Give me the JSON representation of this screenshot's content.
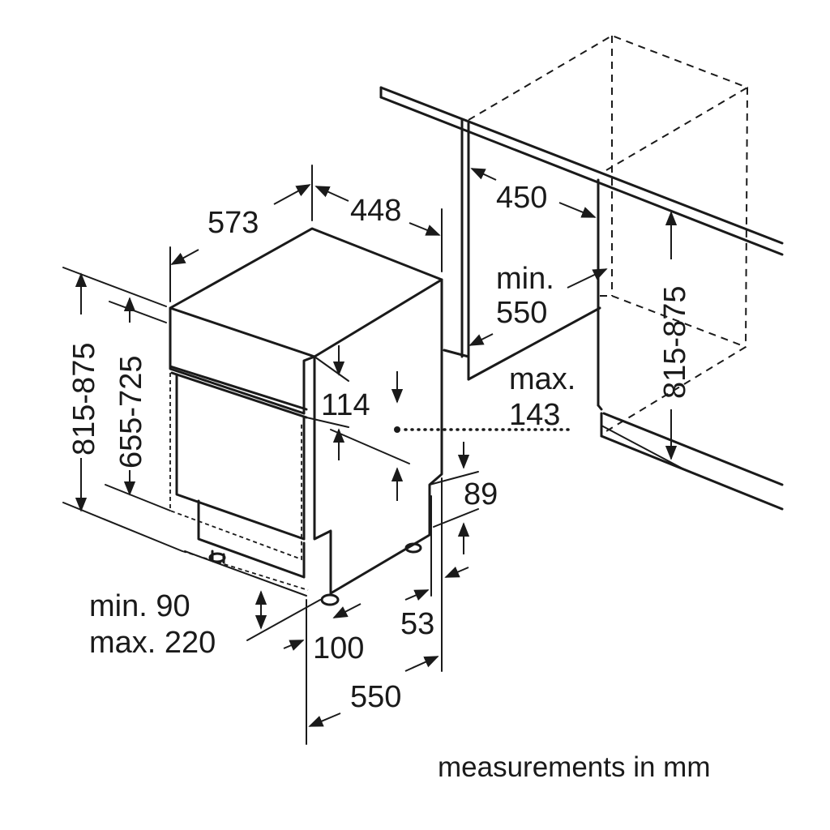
{
  "dimensions": {
    "depth_573": "573",
    "width_448": "448",
    "niche_depth_450": "450",
    "niche_min_line1": "min.",
    "niche_min_line2": "550",
    "niche_height": "815-875",
    "max_line1": "max.",
    "max_line2": "143",
    "panel_114": "114",
    "plinth_89": "89",
    "foot_53": "53",
    "overall_height": "815-875",
    "door_height": "655-725",
    "plinth_min": "min. 90",
    "plinth_max": "max. 220",
    "foot_100": "100",
    "depth_550": "550"
  },
  "caption": "measurements in mm"
}
